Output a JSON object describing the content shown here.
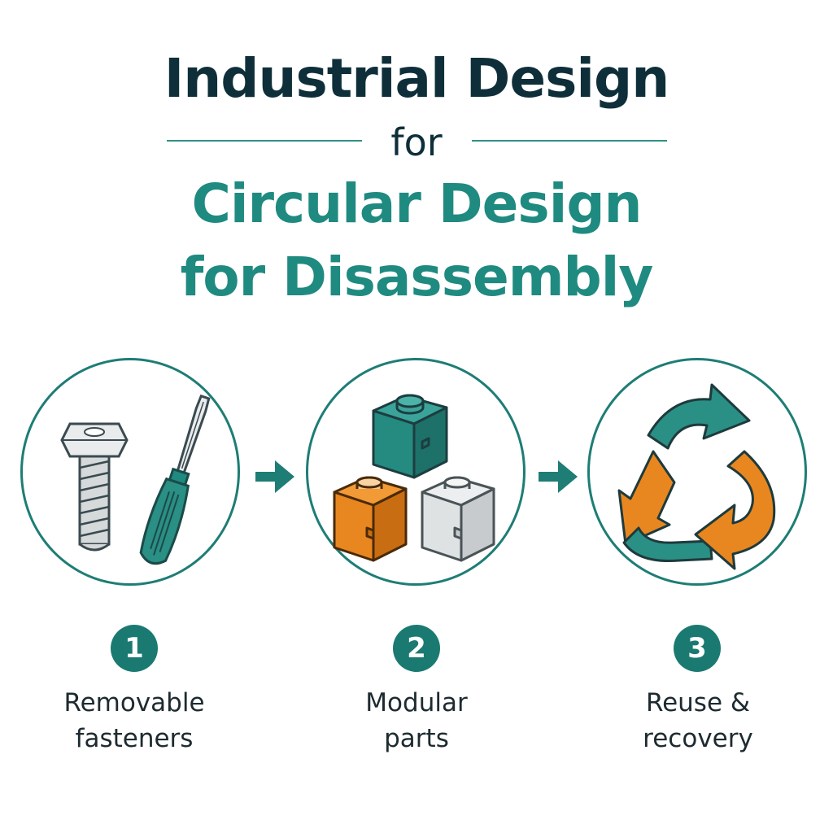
{
  "title": {
    "line1": "Industrial Design",
    "connector": "for",
    "line2": "Circular Design",
    "line3": "for Disassembly"
  },
  "steps": [
    {
      "number": "1",
      "line1": "Removable",
      "line2": "fasteners",
      "icon": "bolt-and-screwdriver-icon"
    },
    {
      "number": "2",
      "line1": "Modular",
      "line2": "parts",
      "icon": "modular-blocks-icon"
    },
    {
      "number": "3",
      "line1": "Reuse &",
      "line2": "recovery",
      "icon": "recycle-icon"
    }
  ],
  "colors": {
    "title_dark": "#0e2f3a",
    "teal": "#1f8a80",
    "teal_dark": "#1a7a72",
    "orange": "#e88a22",
    "gray": "#c9cccd"
  }
}
